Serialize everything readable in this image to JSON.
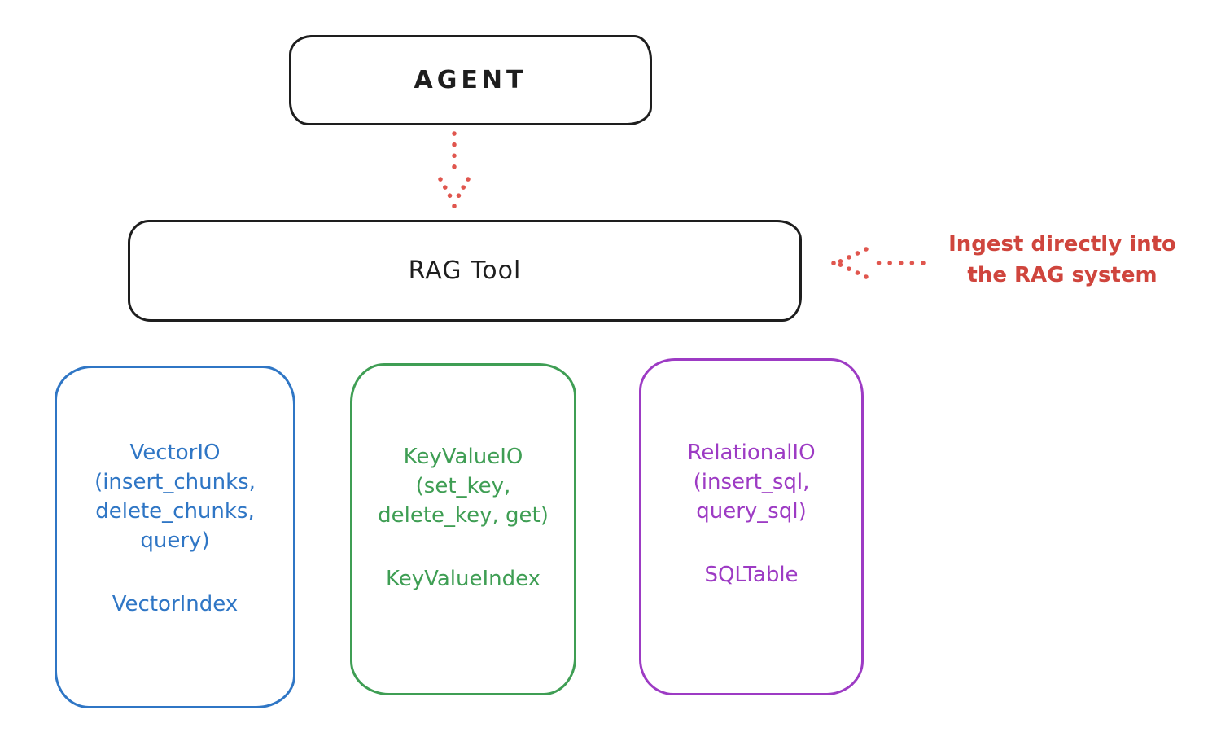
{
  "colors": {
    "ink": "#1e1e1e",
    "blue": "#2f76c5",
    "green": "#3f9e54",
    "purple": "#9d3bc4",
    "red-text": "#cf453d",
    "red-arrow": "#e0564e"
  },
  "agent_box": {
    "label": "AGENT"
  },
  "rag_tool_box": {
    "label": "RAG Tool"
  },
  "annotation": {
    "text": "Ingest directly into\nthe RAG system"
  },
  "storage_boxes": [
    {
      "id": "vector-io",
      "body": "VectorIO\n(insert_chunks,\ndelete_chunks,\nquery)",
      "index_label": "VectorIndex",
      "color": "#2f76c5"
    },
    {
      "id": "keyvalue-io",
      "body": "KeyValueIO\n(set_key,\ndelete_key, get)",
      "index_label": "KeyValueIndex",
      "color": "#3f9e54"
    },
    {
      "id": "relational-io",
      "body": "RelationalIO\n(insert_sql,\nquery_sql)",
      "index_label": "SQLTable",
      "color": "#9d3bc4"
    }
  ]
}
